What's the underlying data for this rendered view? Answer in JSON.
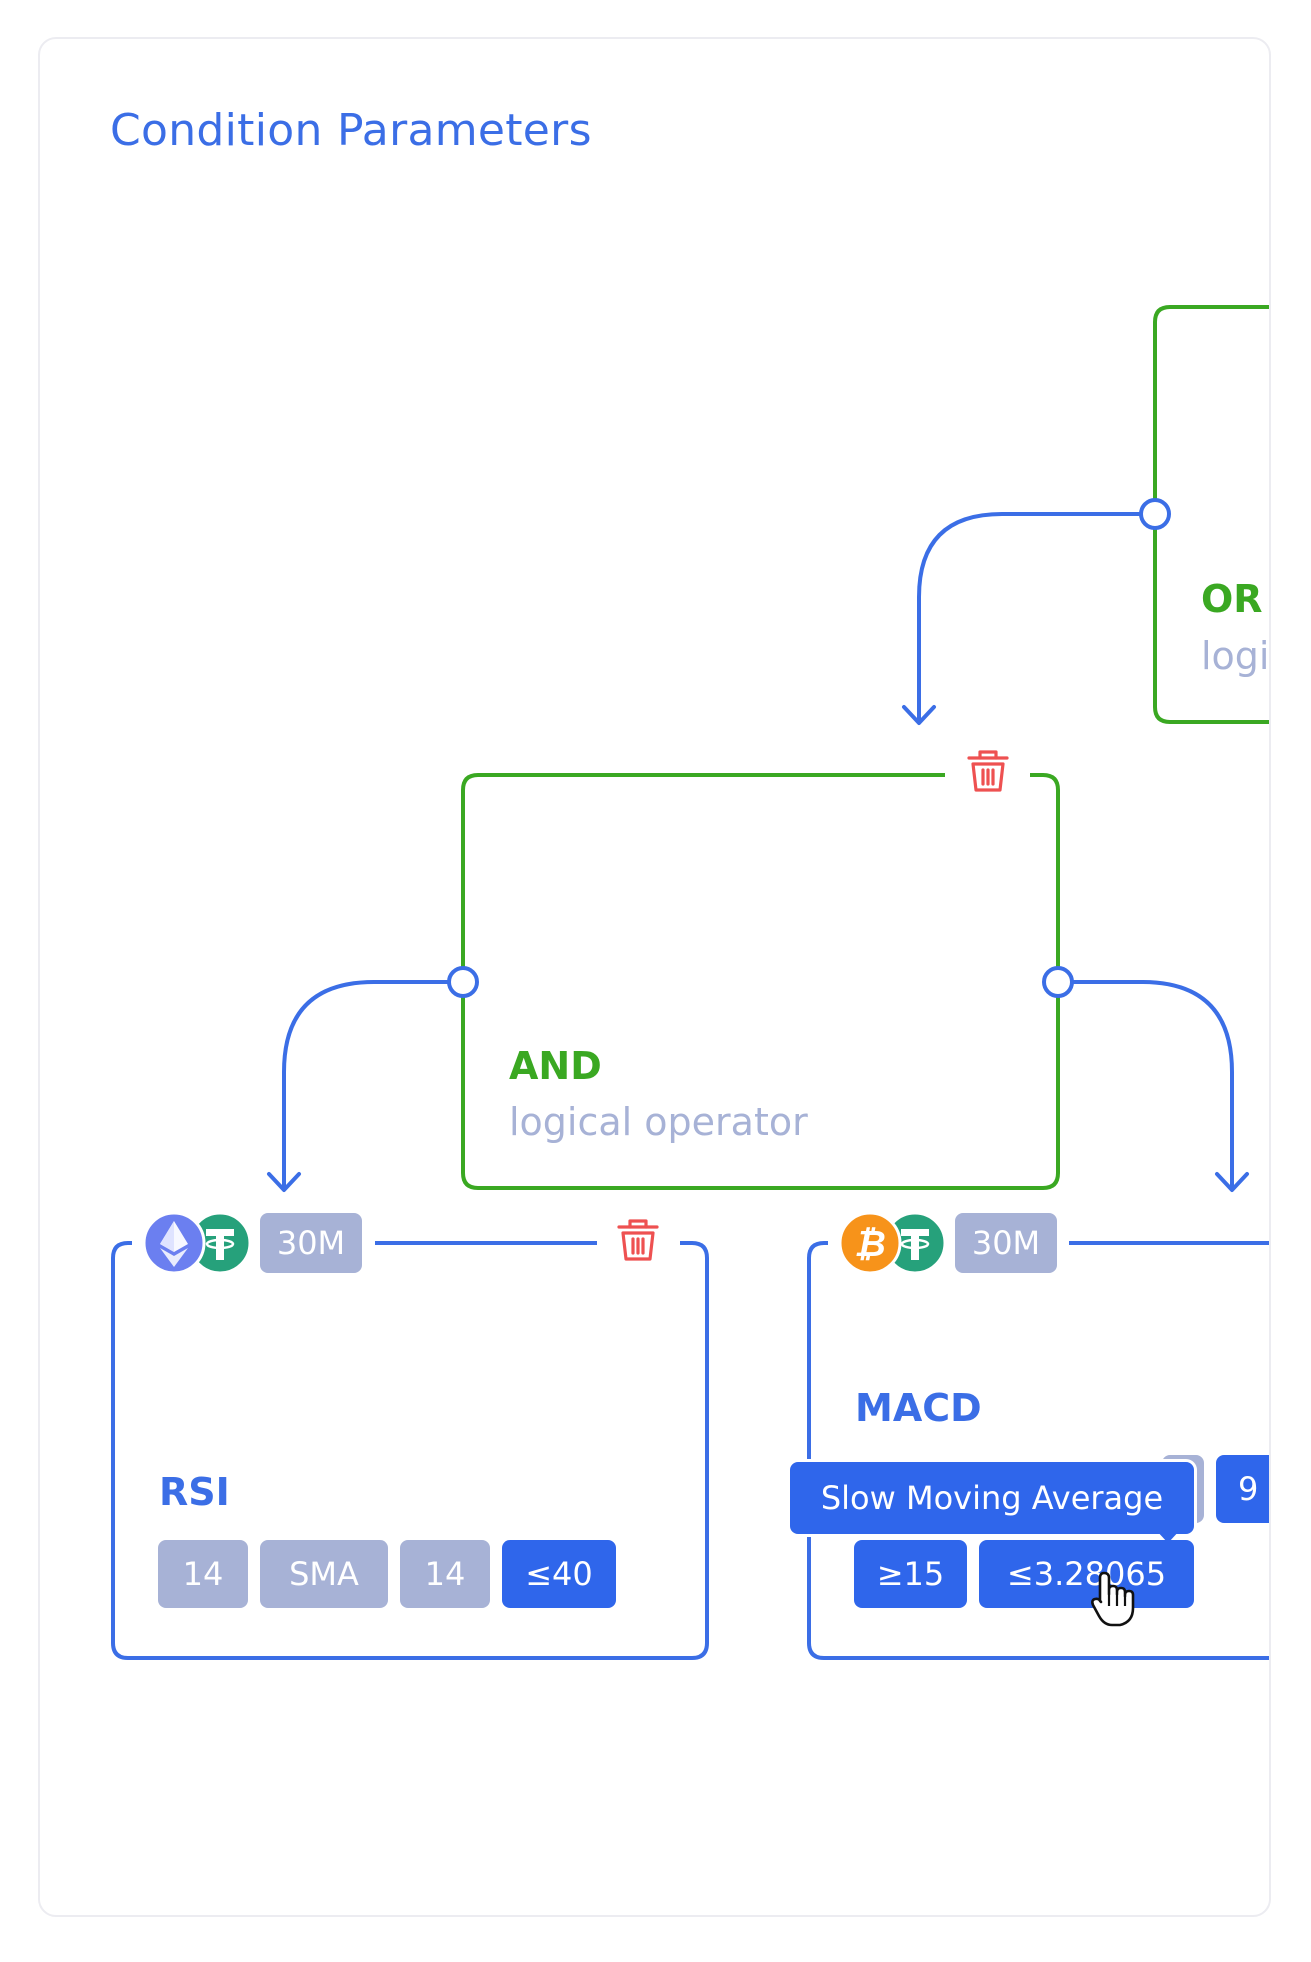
{
  "panel": {
    "title": "Condition Parameters"
  },
  "colors": {
    "accent_blue": "#3b6ee6",
    "chip_blue": "#2f66eb",
    "operator_green": "#3aa822",
    "chip_gray": "#a7b2d6",
    "delete_red": "#ee5151"
  },
  "nodes": {
    "or": {
      "label": "OR",
      "sublabel": "logi"
    },
    "and": {
      "label": "AND",
      "sublabel": "logical operator"
    },
    "rsi": {
      "timeframe": "30M",
      "label": "RSI",
      "base_coin_icon": "ethereum-icon",
      "quote_coin_icon": "tether-icon",
      "params": [
        "14",
        "SMA",
        "14",
        "≤40"
      ]
    },
    "macd": {
      "timeframe": "30M",
      "label": "MACD",
      "base_coin_icon": "bitcoin-icon",
      "quote_coin_icon": "tether-icon",
      "params_row1": [
        "9"
      ],
      "params_row2": [
        "≥15",
        "≤3.28065"
      ]
    }
  },
  "tooltip": {
    "text": "Slow Moving Average"
  }
}
